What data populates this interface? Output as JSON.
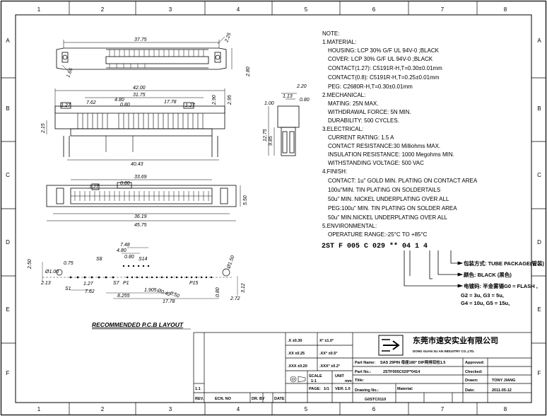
{
  "border": {
    "columns": [
      "1",
      "2",
      "3",
      "4",
      "5",
      "6",
      "7",
      "8"
    ],
    "rows": [
      "A",
      "B",
      "C",
      "D",
      "E",
      "F"
    ]
  },
  "notes": {
    "lines": [
      "NOTE:",
      "1.MATERIAL:",
      "HOUSING: LCP   30% G/F UL 94V-0 ;BLACK",
      "COVER: LCP   30% G/F UL 94V-0 ;BLACK",
      "CONTACT(1.27):   C5191R-H,T=0.30±0.01mm",
      "CONTACT(0.8):   C5191R-H,T=0.25±0.01mm",
      "PEG: C2680R-H,T=0.30±0.01mm",
      "2.MECHANICAL:",
      "MATING: 25N MAX.",
      "WITHDRAWAL FORCE: 5N MIN.",
      "DURABILITY: 500 CYCLES.",
      "3.ELECTRICAL:",
      "CURRENT RATING: 1.5 A",
      "CONTACT RESISTANCE:30 Milliohms MAX.",
      "INSULATION RESISTANCE: 1000 Megohms MIN.",
      "WITHSTANDING VOLTAGE: 500 VAC",
      "4.FINISH:",
      "CONTACT: 1u\" GOLD MIN. PLATING ON CONTACT AREA",
      "100u\"MIN.   TIN PLATING ON SOLDERTAILS",
      "50u\" MIN. NICKEL UNDERPLATING OVER ALL",
      "PEG:100u\" MIN.  TIN PLATING ON SOLDER AREA",
      "50u\" MIN.NICKEL UNDERPLATING OVER ALL",
      "5.ENVIRONMENTAL:",
      "OPERATURE RANGE:-25°C TO +85°C"
    ]
  },
  "part_code": {
    "code": "2ST F 005 C 029 ** 04 1 4",
    "packaging": "包装方式: TUBE PACKAGE(管装)",
    "color": "颜色: BLACK (黑色)",
    "plating": "电镀码: 半金雾锡G0 = FLASH ,",
    "plating_options_1": "G2 = 3u,  G3 = 5u,",
    "plating_options_2": "G4 = 10u,  G5 = 15u,"
  },
  "dimensions": {
    "top_view": [
      "37.75",
      "2.25",
      "1.65",
      "2.80"
    ],
    "front_view": [
      "42.00",
      "31.75",
      "4.80",
      "1.27",
      "7.62",
      "0.80",
      "17.78",
      "1.27",
      "2.90",
      "2.95",
      "2.15",
      "40.43"
    ],
    "side_view": [
      "2.20",
      "1.13",
      "0.80",
      "1.00",
      "12.75",
      "9.85"
    ],
    "bottom_view": [
      "33.69",
      "1.27",
      "0.80",
      "36.19",
      "45.75",
      "5.50"
    ],
    "pcb_layout": [
      "7.48",
      "4.80",
      "S8",
      "0.80",
      "S14",
      "2.50",
      "0.75",
      "Ø1.00",
      "Ø1.50",
      "2.13",
      "S1",
      "1.27",
      "7.62",
      "S7",
      "P1",
      "8.255",
      "1.905",
      "Ø0.40",
      "0.50",
      "P15",
      "17.78",
      "0.80",
      "2.72",
      "3.12"
    ]
  },
  "pcb_caption": "RECOMMENDED P.C.B LAYOUT",
  "title_block": {
    "tol_1": ".X   ±0.30",
    "tol_2": ".XX  ±0.25",
    "tol_3": ".XXX ±0.20",
    "ang_1": "X°  ±1.0°",
    "ang_2": ".XX° ±0.5°",
    "ang_3": ".XXX° ±0.2°",
    "scale_label": "SCALE",
    "scale_value": "1:1",
    "unit_label": "UNIT",
    "unit_value": "mm",
    "page_label": "PAGE:",
    "page_value": "1/1",
    "ver_label": "VER:",
    "ver_value": "1.0",
    "company_cn": "东莞市速安实业有限公司",
    "company_en": "DONG GUAN SU AN INDUSTRY CO.,LTD.",
    "part_name_label": "Part Name:",
    "part_name_value": "SAS 29PIN 母座180° DIP两排双柱1.5",
    "part_no_label": "Part No.:",
    "part_no_value": "2STF005C029**0414",
    "title_label": "Title:",
    "material_label": "Material:",
    "drawing_no_label": "Drawing No.:",
    "drawing_no_value": "G0STC0110",
    "approved_label": "Approved:",
    "checked_label": "Checked:",
    "drawn_label": "Drawn:",
    "drawn_value": "TONY JIANG",
    "date_label": "Date:",
    "date_value": "2011-05-12",
    "rev_row": "1.1",
    "rev_label": "REV.",
    "ecn_label": "ECN. NO",
    "dr_label": "DR. BY",
    "date_col_label": "DATE"
  }
}
